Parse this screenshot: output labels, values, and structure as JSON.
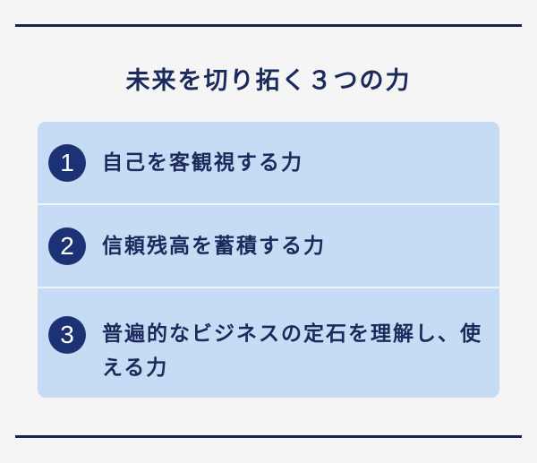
{
  "heading": {
    "title": "未来を切り拓く３つの力"
  },
  "items": [
    {
      "number": "1",
      "label": "自己を客観視する力"
    },
    {
      "number": "2",
      "label": "信頼残高を蓄積する力"
    },
    {
      "number": "3",
      "label": "普遍的なビジネスの定石を理解し、使える力"
    }
  ],
  "colors": {
    "navy": "#1b2a5c",
    "badge": "#1d3275",
    "card_bg": "#c6dcf4",
    "page_bg": "#f5f5f5"
  }
}
